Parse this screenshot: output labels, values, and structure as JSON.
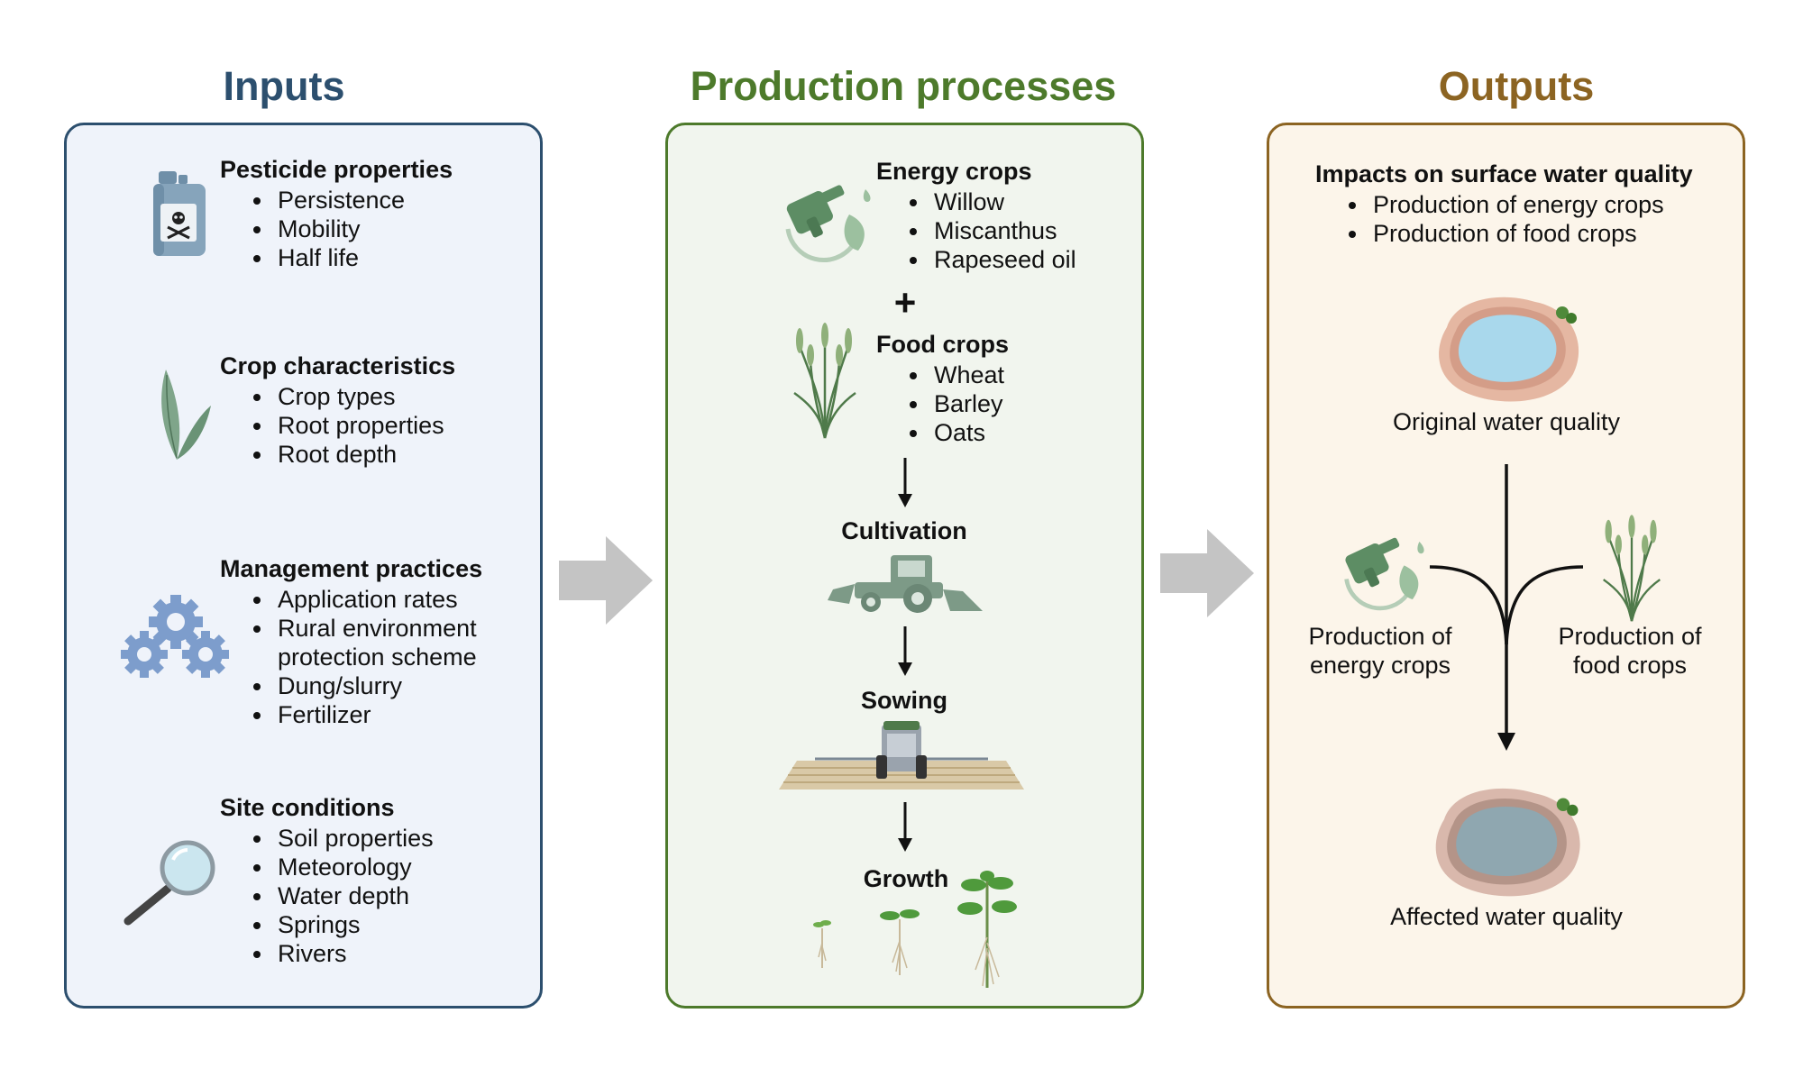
{
  "columns": {
    "inputs": {
      "title": "Inputs",
      "groups": [
        {
          "heading": "Pesticide properties",
          "items": [
            "Persistence",
            "Mobility",
            "Half life"
          ],
          "icon": "pesticide-bottle-icon"
        },
        {
          "heading": "Crop characteristics",
          "items": [
            "Crop types",
            "Root properties",
            "Root depth"
          ],
          "icon": "leaf-icon"
        },
        {
          "heading": "Management practices",
          "items": [
            "Application rates",
            "Rural environment protection scheme",
            "Dung/slurry",
            "Fertilizer"
          ],
          "icon": "gears-icon"
        },
        {
          "heading": "Site conditions",
          "items": [
            "Soil properties",
            "Meteorology",
            "Water depth",
            "Springs",
            "Rivers"
          ],
          "icon": "magnifier-icon"
        }
      ]
    },
    "processes": {
      "title": "Production processes",
      "energy_crops": {
        "heading": "Energy crops",
        "items": [
          "Willow",
          "Miscanthus",
          "Rapeseed oil"
        ]
      },
      "plus": "+",
      "food_crops": {
        "heading": "Food crops",
        "items": [
          "Wheat",
          "Barley",
          "Oats"
        ]
      },
      "steps": [
        "Cultivation",
        "Sowing",
        "Growth"
      ]
    },
    "outputs": {
      "title": "Outputs",
      "heading": "Impacts on surface water quality",
      "items": [
        "Production of energy crops",
        "Production of food crops"
      ],
      "original_label": "Original water quality",
      "energy_label": "Production of energy crops",
      "food_label": "Production of food crops",
      "affected_label": "Affected water quality"
    }
  },
  "colors": {
    "inputs": "#2c4f6e",
    "processes": "#4d7a2b",
    "outputs": "#8c6422",
    "arrow": "#c4c4c4"
  }
}
